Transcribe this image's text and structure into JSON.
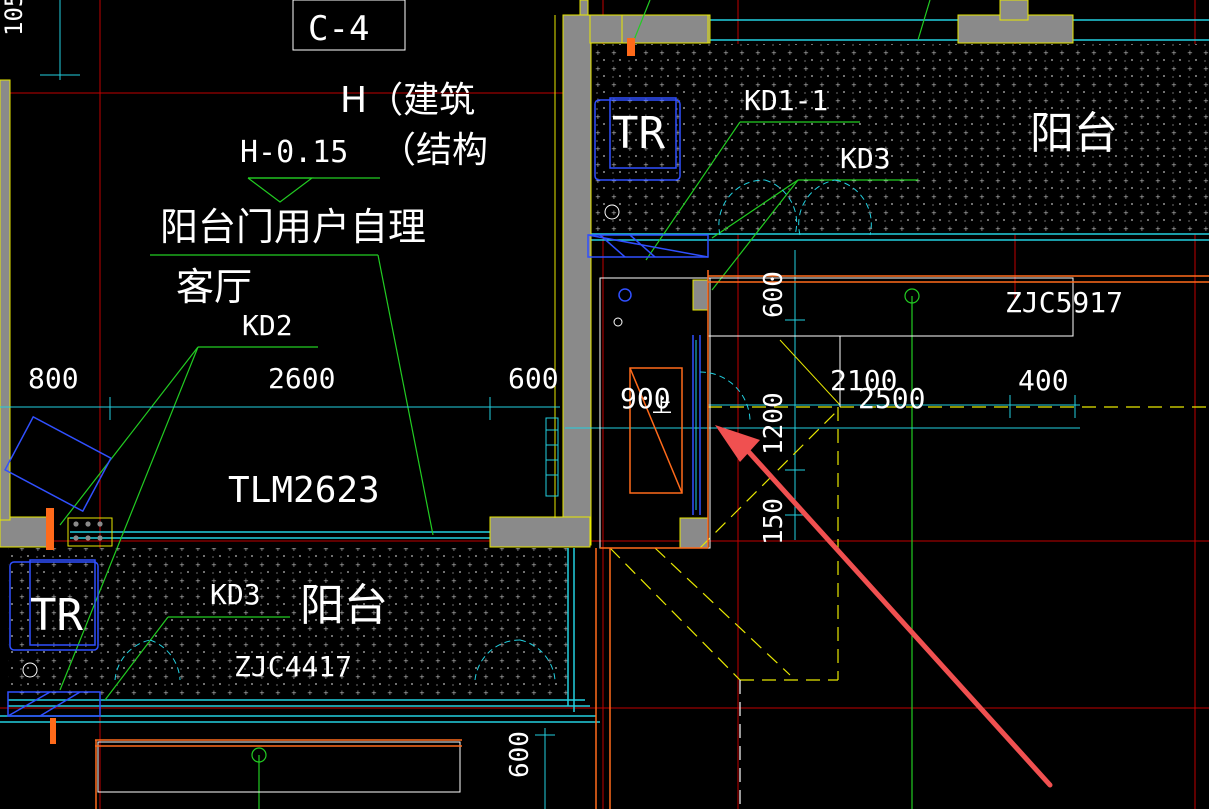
{
  "labels": {
    "c4": "C-4",
    "top_left_num": "105",
    "h_building": "H（建筑",
    "structure": "（结构",
    "h_minus": "H-0.15",
    "balcony_door_note": "阳台门用户自理",
    "living_room": "客厅",
    "kd2": "KD2",
    "kd1_1": "KD1-1",
    "kd3_top": "KD3",
    "balcony_top": "阳台",
    "tr_top": "TR",
    "tr_bottom": "TR",
    "zjc5917": "ZJC5917",
    "tlm2623": "TLM2623",
    "kd3_bottom": "KD3",
    "balcony_bottom": "阳台",
    "zjc4417": "ZJC4417",
    "door_900": "900",
    "door_char": "上"
  },
  "dimensions": {
    "d800": "800",
    "d2600": "2600",
    "d600_left": "600",
    "d600_top": "600",
    "d2100": "2100",
    "d2500": "2500",
    "d400": "400",
    "d1200": "1200",
    "d150": "150",
    "d600_bottom": "600"
  },
  "colors": {
    "background": "#000000",
    "wall": "#8a8a8a",
    "wall_edge": "#e8e800",
    "axis_red": "#c00000",
    "green": "#22cc22",
    "cyan": "#22d0e0",
    "blue": "#3050ff",
    "orange": "#ff6a1a",
    "yellow": "#e8e800",
    "arrow": "#f05050"
  }
}
